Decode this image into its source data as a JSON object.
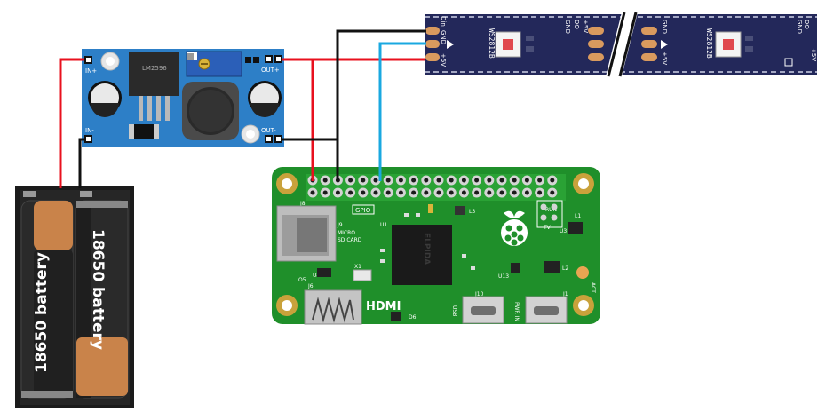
{
  "converter": {
    "chip_label": "LM2596",
    "in_plus": "IN+",
    "in_minus": "IN-",
    "out_plus": "OUT+",
    "out_minus": "OUT-"
  },
  "battery": {
    "cell_1_label": "18650 battery",
    "cell_2_label": "18650 battery"
  },
  "led_strip": {
    "chip_label_1": "WS2812B",
    "chip_label_2": "WS2812B",
    "pin_5v": "+5V",
    "pin_din": "Din",
    "pin_do": "DO",
    "pin_gnd": "GND"
  },
  "pi": {
    "gpio": "GPIO",
    "j8": "J8",
    "j9": "J9",
    "micro_sd_1": "MICRO",
    "micro_sd_2": "SD CARD",
    "chip_brand": "ELPIDA",
    "u1": "U1",
    "u3": "U3",
    "u8": "U8",
    "u13": "U13",
    "l1": "L1",
    "l2": "L2",
    "l3": "L3",
    "x1": "X1",
    "j6": "J6",
    "j10": "J10",
    "j1": "J1",
    "d6": "D6",
    "o5": "O5",
    "run": "RUN",
    "tv": "TV",
    "act": "ACT",
    "hdmi": "HDMI",
    "usb": "USB",
    "pwr_in": "PWR IN"
  },
  "colors": {
    "wire_red": "#e8101e",
    "wire_black": "#111111",
    "wire_blue": "#1aa8e0",
    "pcb_green": "#1f8f2a",
    "converter_blue": "#2d7fc7",
    "strip_navy": "#23285a"
  }
}
